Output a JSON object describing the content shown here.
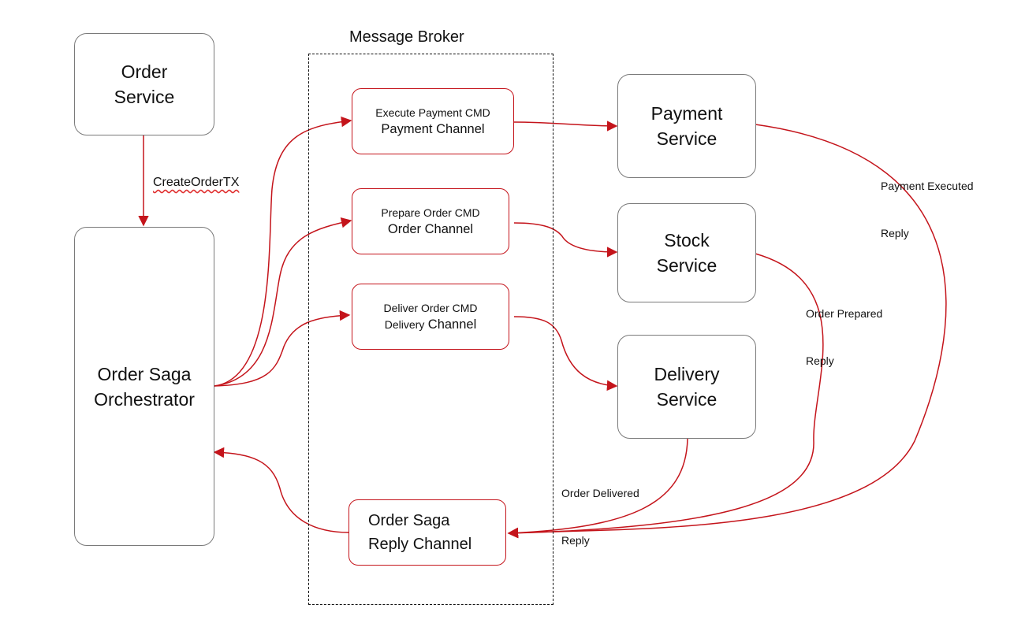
{
  "broker": {
    "title": "Message Broker"
  },
  "services": {
    "order": {
      "line1": "Order",
      "line2": "Service"
    },
    "payment": {
      "line1": "Payment",
      "line2": "Service"
    },
    "stock": {
      "line1": "Stock",
      "line2": "Service"
    },
    "delivery": {
      "line1": "Delivery",
      "line2": "Service"
    }
  },
  "orchestrator": {
    "line1": "Order Saga",
    "line2": "Orchestrator"
  },
  "channels": {
    "payment": {
      "cmd": "Execute Payment CMD",
      "name": "Payment Channel"
    },
    "order": {
      "cmd": "Prepare Order CMD",
      "name": "Order Channel"
    },
    "delivery": {
      "cmd": "Deliver Order CMD",
      "name_prefix": "Delivery",
      "name_suffix": "Channel"
    },
    "reply": {
      "line1": "Order Saga",
      "line2": "Reply Channel"
    }
  },
  "edges": {
    "create": "CreateOrderTX",
    "payment_reply": {
      "line1": "Payment Executed",
      "line2": "Reply"
    },
    "stock_reply": {
      "line1": "Order Prepared",
      "line2": "Reply"
    },
    "delivery_reply": {
      "line1": "Order Delivered",
      "line2": "Reply"
    }
  },
  "colors": {
    "arrow": "#c4141b",
    "service_border": "#7a7a7a"
  }
}
